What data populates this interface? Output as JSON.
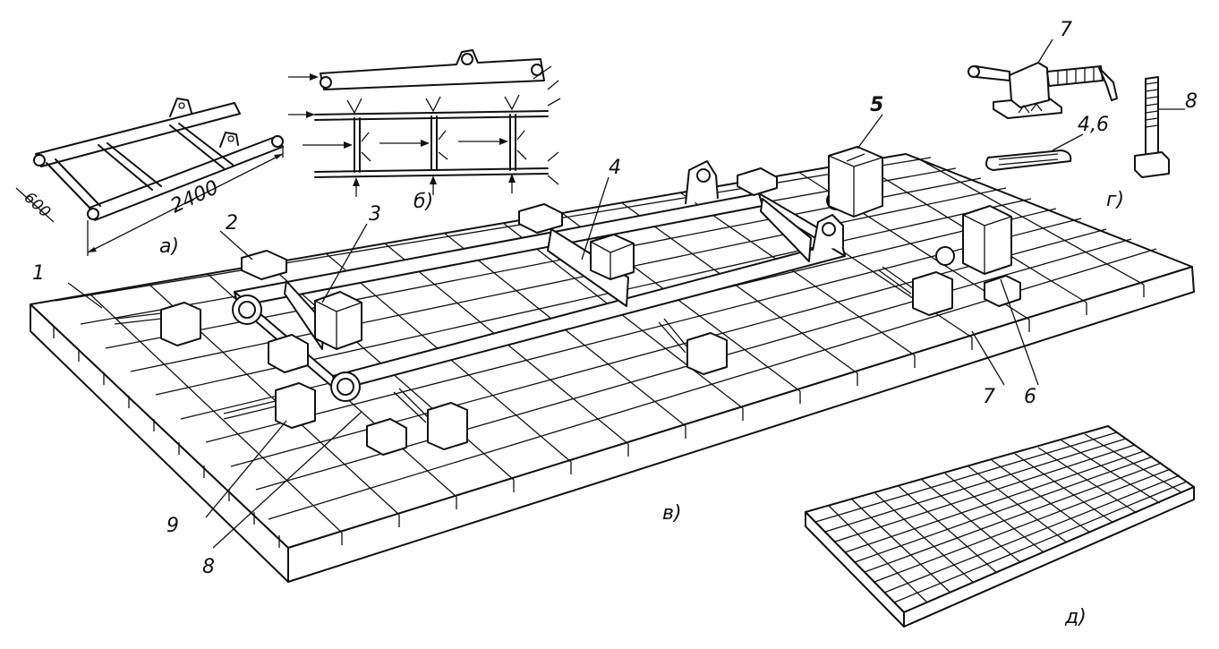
{
  "dimensions": {
    "length": "2400",
    "width": "600"
  },
  "part_labels": {
    "p1": "1",
    "p2": "2",
    "p3": "3",
    "p4": "4",
    "p5": "5",
    "p6": "6",
    "p7": "7",
    "p8": "8",
    "p9": "9",
    "p7_detail": "7",
    "p8_detail": "8",
    "p46_detail": "4,6"
  },
  "view_labels": {
    "a": "а)",
    "b": "б)",
    "v": "в)",
    "g": "г)",
    "d": "д)"
  }
}
